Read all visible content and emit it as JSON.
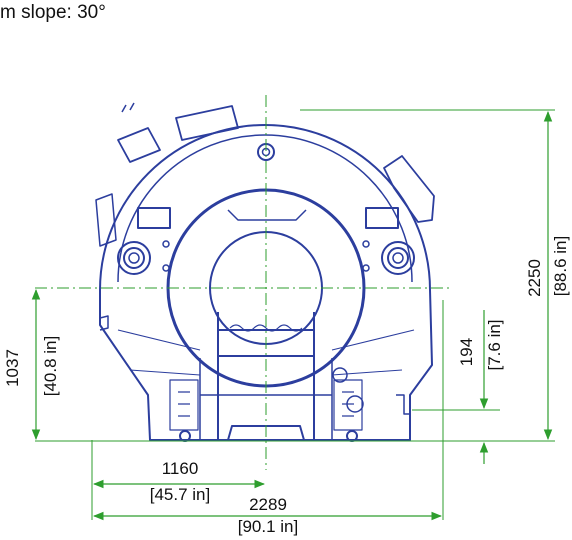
{
  "caption": "m slope: 30°",
  "colors": {
    "machine_line": "#2c3e9e",
    "dimension_line": "#2e9e2e",
    "text": "#111111",
    "background": "#ffffff"
  },
  "dimensions": {
    "overall_height": {
      "metric": "2250",
      "imperial": "[88.6 in]"
    },
    "center_height": {
      "metric": "1037",
      "imperial": "[40.8 in]"
    },
    "base_offset": {
      "metric": "194",
      "imperial": "[7.6 in]"
    },
    "half_width": {
      "metric": "1160",
      "imperial": "[45.7 in]"
    },
    "overall_width": {
      "metric": "2289",
      "imperial": "[90.1 in]"
    }
  }
}
